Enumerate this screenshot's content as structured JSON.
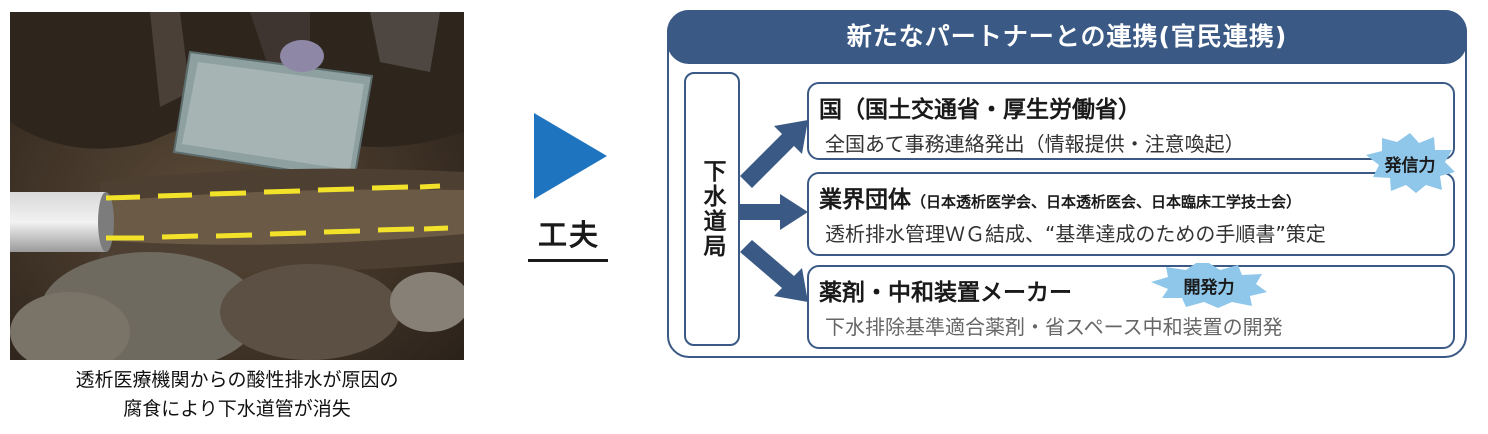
{
  "photo": {
    "description_caption": [
      "透析医療機関からの酸性排水が原因の",
      "腐食により下水道管が消失"
    ]
  },
  "transition": {
    "label": "工夫",
    "arrow_color": "#1f74c0"
  },
  "panel": {
    "title": "新たなパートナーとの連携(官民連携)",
    "accent_color": "#3a5a85",
    "actor": "下水道局",
    "partners": [
      {
        "title": "国（国土交通省・厚生労働省）",
        "title_sub": "",
        "description": "全国あて事務連絡発出（情報提供・注意喚起）"
      },
      {
        "title": "業界団体",
        "title_sub": "（日本透析医学会、日本透析医会、日本臨床工学技士会）",
        "description": "透析排水管理ＷＧ結成、“基準達成のための手順書”策定"
      },
      {
        "title": "薬剤・中和装置メーカー",
        "title_sub": "",
        "description": "下水排除基準適合薬剤・省スペース中和装置の開発"
      }
    ],
    "badges": {
      "dissemination": "発信力",
      "development": "開発力"
    },
    "badge_color": "#8fc7ea"
  }
}
